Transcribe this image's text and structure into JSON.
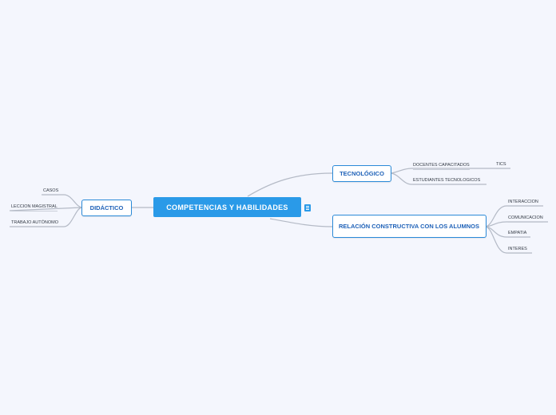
{
  "map": {
    "root": {
      "label": "COMPETENCIAS Y HABILIDADES",
      "icon": "note-icon"
    },
    "branches": {
      "didactico": {
        "label": "DIDÁCTICO",
        "children": [
          "CASOS",
          "LECCION MAGISTRAL",
          "TRABAJO AUTÓNOMO"
        ]
      },
      "tecnologico": {
        "label": "TECNOLÓGICO",
        "children": [
          "DOCENTES CAPACITADOS",
          "ESTUDIANTES TECNOLOGICOS"
        ],
        "grandchildren": [
          "TICS"
        ]
      },
      "relacion": {
        "label": "RELACIÓN CONSTRUCTIVA CON LOS ALUMNOS",
        "children": [
          "INTERACCION",
          "COMUNICACION",
          "EMPATIA",
          "INTERES"
        ]
      }
    }
  },
  "colors": {
    "background": "#f4f6fd",
    "root_fill": "#2a9ae8",
    "node_border": "#2a8ad8",
    "node_text": "#1f62b8",
    "connector": "#b4bac6"
  }
}
